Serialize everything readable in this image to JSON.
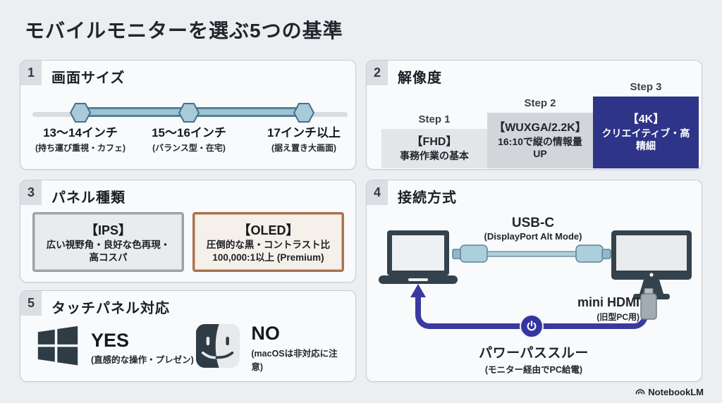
{
  "page": {
    "title": "モバイルモニターを選ぶ5つの基準",
    "brand": "NotebookLM"
  },
  "colors": {
    "background": "#eceff2",
    "card_bg": "#f9fafb",
    "accent_navy": "#2e3488",
    "accent_indigo": "#3a3a9e",
    "slider_teal": "#9cc4d3",
    "slider_edge": "#55809a",
    "copper_border": "#aa7250",
    "silver_border": "#9ba2a9",
    "device_slate": "#33424d"
  },
  "screen_size": {
    "number": "1",
    "title": "画面サイズ",
    "options": [
      {
        "label": "13〜14インチ",
        "note": "(持ち運び重視・カフェ)"
      },
      {
        "label": "15〜16インチ",
        "note": "(バランス型・在宅)"
      },
      {
        "label": "17インチ以上",
        "note": "(据え置き大画面)"
      }
    ]
  },
  "resolution": {
    "number": "2",
    "title": "解像度",
    "steps": [
      {
        "step": "Step 1",
        "name": "【FHD】",
        "desc": "事務作業の基本"
      },
      {
        "step": "Step 2",
        "name": "【WUXGA/2.2K】",
        "desc": "16:10で縦の情報量UP"
      },
      {
        "step": "Step 3",
        "name": "【4K】",
        "desc": "クリエイティブ・高精細"
      }
    ]
  },
  "panel": {
    "number": "3",
    "title": "パネル種類",
    "ips": {
      "name": "【IPS】",
      "desc1": "広い視野角・良好な色再現・",
      "desc2": "高コスパ"
    },
    "oled": {
      "name": "【OLED】",
      "desc1": "圧倒的な黒・コントラスト比",
      "desc2": "100,000:1以上 (Premium)"
    }
  },
  "connection": {
    "number": "4",
    "title": "接続方式",
    "usb_c": {
      "label": "USB-C",
      "note": "(DisplayPort Alt Mode)"
    },
    "hdmi": {
      "label": "mini HDMI",
      "note": "(旧型PC用)"
    },
    "passthrough": {
      "label": "パワーパススルー",
      "note": "(モニター経由でPC給電)"
    }
  },
  "touch": {
    "number": "5",
    "title": "タッチパネル対応",
    "windows": {
      "verdict": "YES",
      "note": "(直感的な操作・プレゼン)"
    },
    "mac": {
      "verdict": "NO",
      "note": "(macOSは非対応に注意)"
    }
  }
}
